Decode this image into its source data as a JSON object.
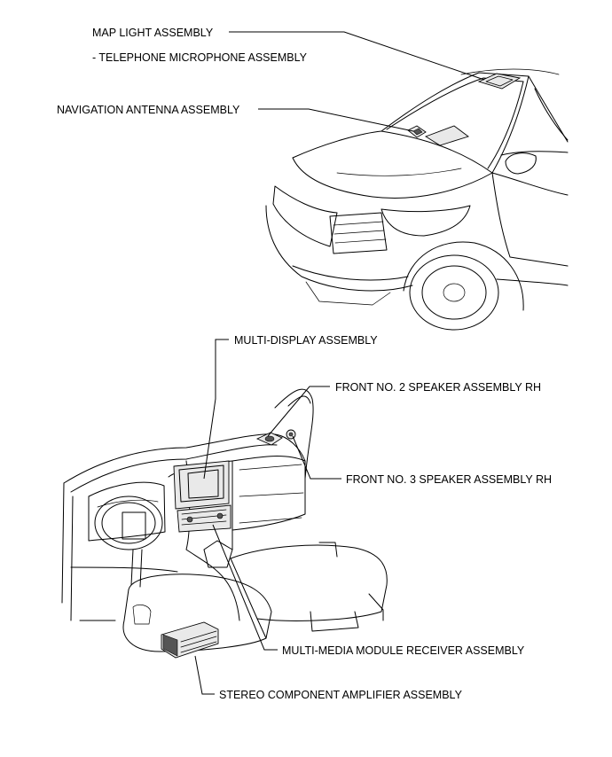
{
  "labels": {
    "map_light": "MAP LIGHT ASSEMBLY",
    "telephone_mic": "- TELEPHONE MICROPHONE ASSEMBLY",
    "navigation_antenna": "NAVIGATION ANTENNA ASSEMBLY",
    "multi_display": "MULTI-DISPLAY ASSEMBLY",
    "front_no2_speaker": "FRONT NO. 2 SPEAKER ASSEMBLY RH",
    "front_no3_speaker": "FRONT NO. 3 SPEAKER ASSEMBLY RH",
    "multi_media_receiver": "MULTI-MEDIA MODULE RECEIVER ASSEMBLY",
    "stereo_amplifier": "STEREO COMPONENT AMPLIFIER ASSEMBLY"
  }
}
